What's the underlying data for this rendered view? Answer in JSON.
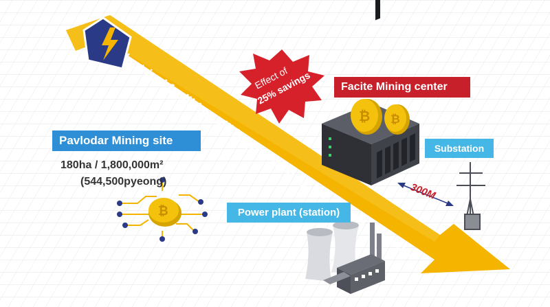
{
  "arrow": {
    "text": "Electrical facilities will be provided by the City of Pavlodar",
    "color": "#f4b400"
  },
  "savings_burst": {
    "line1": "Effect of",
    "line2": "25% savings",
    "color": "#d6202a"
  },
  "facite": {
    "label": "Facite Mining center"
  },
  "site": {
    "label": "Pavlodar Mining site",
    "area_line1": "180ha / 1,800,000m²",
    "area_line2": "(544,500pyeong)"
  },
  "substation": {
    "label": "Substation"
  },
  "power_plant": {
    "label": "Power plant (station)"
  },
  "distance": {
    "label": "300M"
  },
  "icons": [
    "lightning-icon",
    "server-rack-icon",
    "bitcoin-coin-icon",
    "circuit-chip-icon",
    "transmission-tower-icon",
    "power-plant-icon"
  ]
}
